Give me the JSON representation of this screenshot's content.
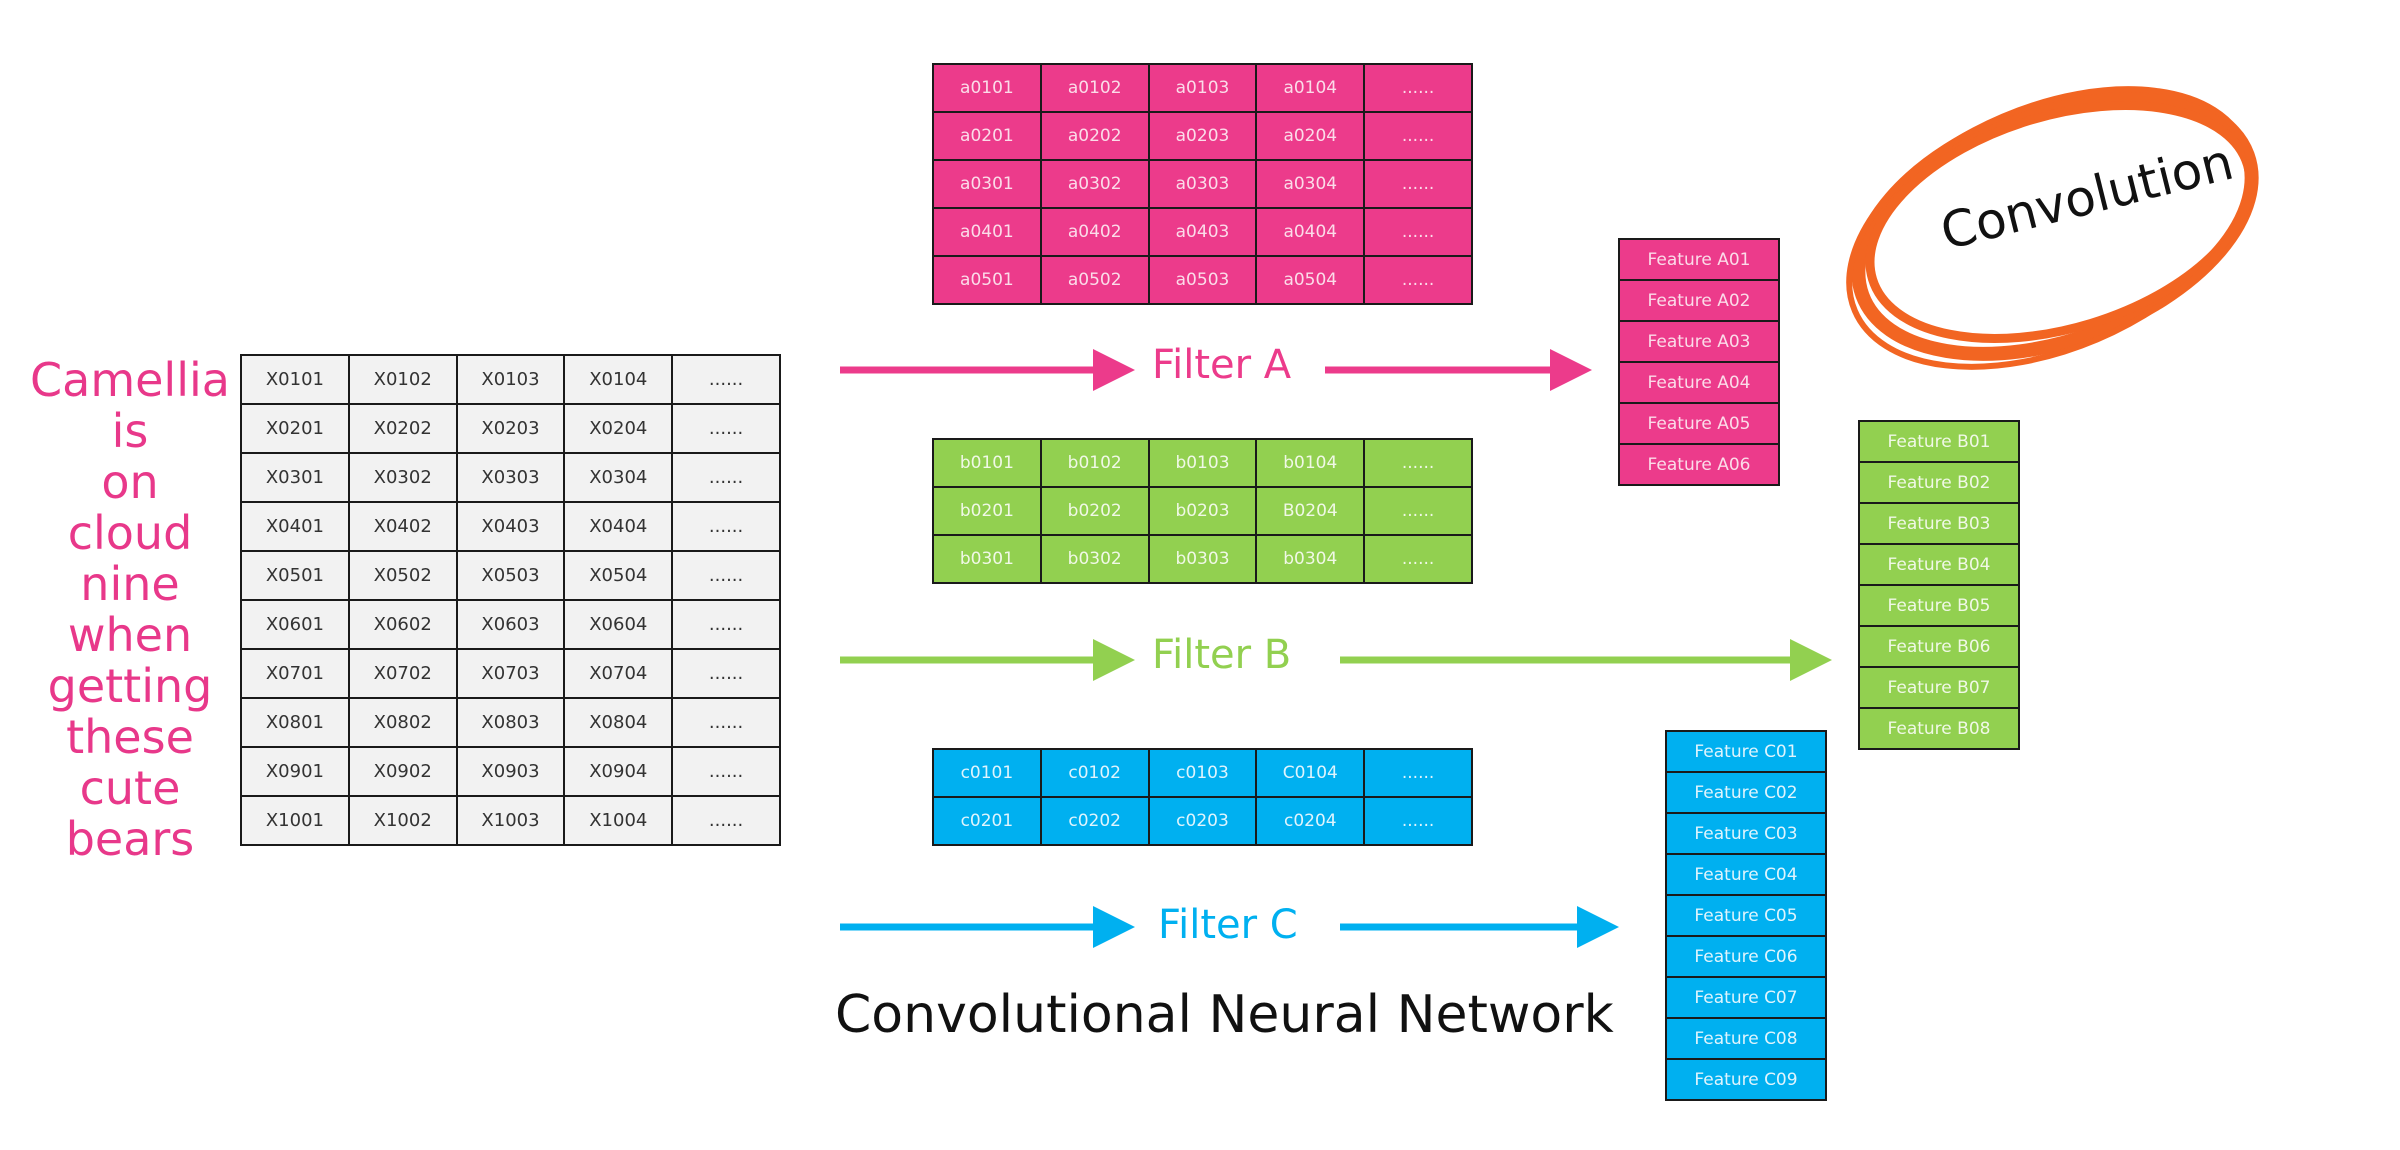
{
  "sentence": [
    "Camellia",
    "is",
    "on",
    "cloud",
    "nine",
    "when",
    "getting",
    "these",
    "cute",
    "bears"
  ],
  "input_matrix": [
    [
      "X0101",
      "X0102",
      "X0103",
      "X0104",
      "......"
    ],
    [
      "X0201",
      "X0202",
      "X0203",
      "X0204",
      "......"
    ],
    [
      "X0301",
      "X0302",
      "X0303",
      "X0304",
      "......"
    ],
    [
      "X0401",
      "X0402",
      "X0403",
      "X0404",
      "......"
    ],
    [
      "X0501",
      "X0502",
      "X0503",
      "X0504",
      "......"
    ],
    [
      "X0601",
      "X0602",
      "X0603",
      "X0604",
      "......"
    ],
    [
      "X0701",
      "X0702",
      "X0703",
      "X0704",
      "......"
    ],
    [
      "X0801",
      "X0802",
      "X0803",
      "X0804",
      "......"
    ],
    [
      "X0901",
      "X0902",
      "X0903",
      "X0904",
      "......"
    ],
    [
      "X1001",
      "X1002",
      "X1003",
      "X1004",
      "......"
    ]
  ],
  "filter_a": {
    "label": "Filter A",
    "color": "#ec3b8b",
    "matrix": [
      [
        "a0101",
        "a0102",
        "a0103",
        "a0104",
        "......"
      ],
      [
        "a0201",
        "a0202",
        "a0203",
        "a0204",
        "......"
      ],
      [
        "a0301",
        "a0302",
        "a0303",
        "a0304",
        "......"
      ],
      [
        "a0401",
        "a0402",
        "a0403",
        "a0404",
        "......"
      ],
      [
        "a0501",
        "a0502",
        "a0503",
        "a0504",
        "......"
      ]
    ],
    "features": [
      "Feature A01",
      "Feature A02",
      "Feature A03",
      "Feature A04",
      "Feature A05",
      "Feature A06"
    ]
  },
  "filter_b": {
    "label": "Filter B",
    "color": "#92d050",
    "matrix": [
      [
        "b0101",
        "b0102",
        "b0103",
        "b0104",
        "......"
      ],
      [
        "b0201",
        "b0202",
        "b0203",
        "B0204",
        "......"
      ],
      [
        "b0301",
        "b0302",
        "b0303",
        "b0304",
        "......"
      ]
    ],
    "features": [
      "Feature B01",
      "Feature B02",
      "Feature B03",
      "Feature B04",
      "Feature B05",
      "Feature B06",
      "Feature B07",
      "Feature B08"
    ]
  },
  "filter_c": {
    "label": "Filter C",
    "color": "#00b0f0",
    "matrix": [
      [
        "c0101",
        "c0102",
        "c0103",
        "C0104",
        "......"
      ],
      [
        "c0201",
        "c0202",
        "c0203",
        "c0204",
        "......"
      ]
    ],
    "features": [
      "Feature C01",
      "Feature C02",
      "Feature C03",
      "Feature C04",
      "Feature C05",
      "Feature C06",
      "Feature C07",
      "Feature C08",
      "Feature C09"
    ]
  },
  "title": "Convolutional Neural Network",
  "convolution_label": "Convolution",
  "convolution_ring_color": "#f26522"
}
